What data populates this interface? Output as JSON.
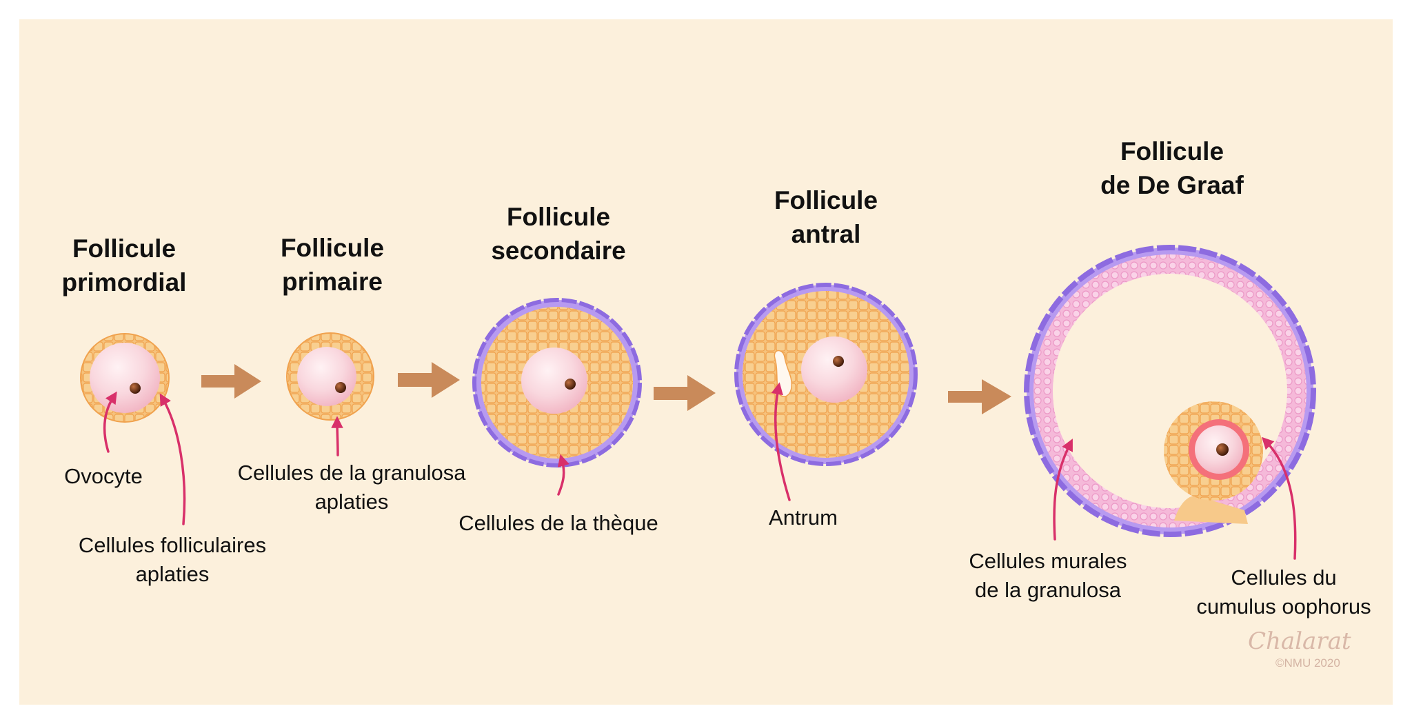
{
  "stages": [
    {
      "title_line1": "Follicule",
      "title_line2": "primordial"
    },
    {
      "title_line1": "Follicule",
      "title_line2": "primaire"
    },
    {
      "title_line1": "Follicule",
      "title_line2": "secondaire"
    },
    {
      "title_line1": "Follicule",
      "title_line2": "antral"
    },
    {
      "title_line1": "Follicule",
      "title_line2": "de De Graaf"
    }
  ],
  "labels": {
    "ovocyte": "Ovocyte",
    "cellules_folliculaires_1": "Cellules folliculaires",
    "cellules_folliculaires_2": "aplaties",
    "granulosa_aplaties_1": "Cellules de la granulosa",
    "granulosa_aplaties_2": "aplaties",
    "theque": "Cellules de la thèque",
    "antrum": "Antrum",
    "murales_1": "Cellules murales",
    "murales_2": "de la granulosa",
    "cumulus_1": "Cellules du",
    "cumulus_2": "cumulus oophorus"
  },
  "signature": "Chalarat",
  "copyright": "©NMU 2020",
  "colors": {
    "background": "#fcf0dc",
    "granulosa": "#f6c27c",
    "cell_outline": "#f0a24e",
    "oocyte": "#f6c8d2",
    "nucleus": "#6b2c10",
    "theca": "#9a7ae8",
    "mural_pink": "#f6bede",
    "arrow": "#c98a5a",
    "pointer": "#d8306a"
  }
}
